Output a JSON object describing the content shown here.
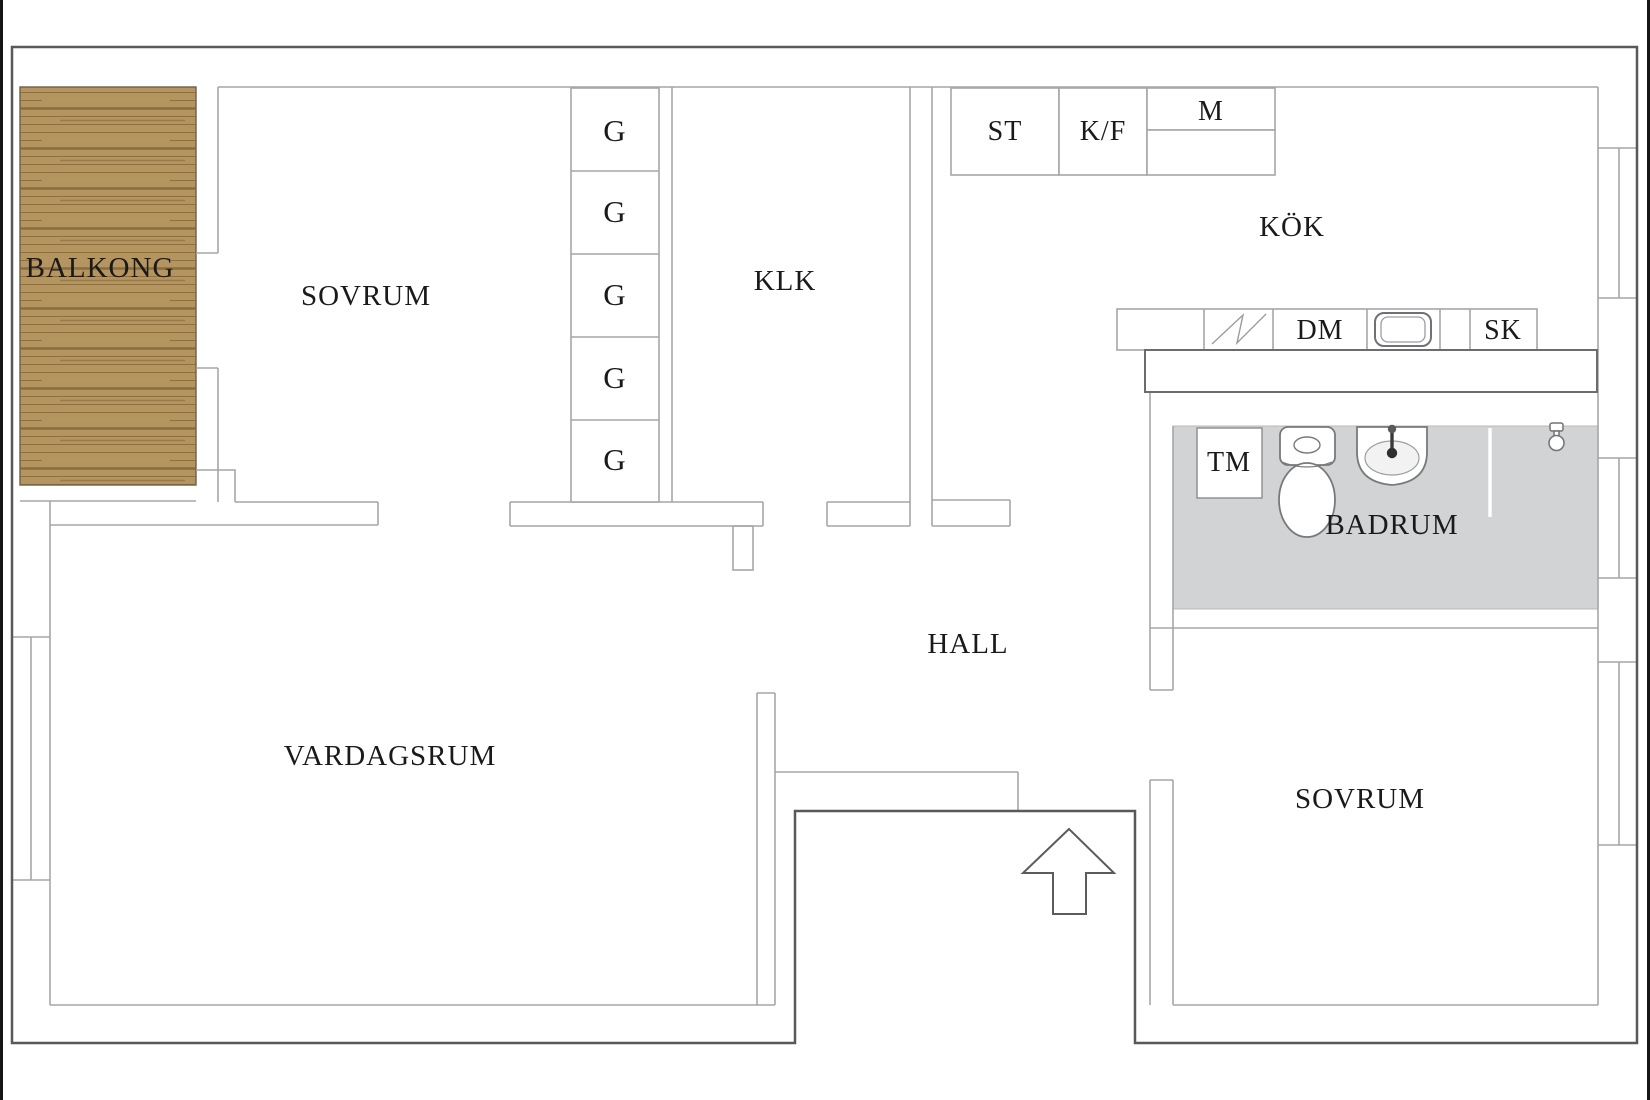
{
  "rooms": {
    "balkong": {
      "label": "BALKONG"
    },
    "sovrum1": {
      "label": "SOVRUM"
    },
    "klk": {
      "label": "KLK"
    },
    "kok": {
      "label": "KÖK"
    },
    "hall": {
      "label": "HALL"
    },
    "vardagsrum": {
      "label": "VARDAGSRUM"
    },
    "badrum": {
      "label": "BADRUM"
    },
    "sovrum2": {
      "label": "SOVRUM"
    }
  },
  "closets": {
    "labels": [
      "G",
      "G",
      "G",
      "G",
      "G"
    ]
  },
  "appliances": {
    "st": "ST",
    "kf": "K/F",
    "m": "M",
    "dm": "DM",
    "sk": "SK",
    "tm": "TM"
  },
  "colors": {
    "wall_outer": "#58595b",
    "wall_inner": "#a4a6a8",
    "wood": "#b4945f",
    "wood_stripe": "#87683a",
    "bathroom_floor": "#d2d3d5",
    "label_text": "#1a1a1a",
    "background": "#ffffff"
  }
}
